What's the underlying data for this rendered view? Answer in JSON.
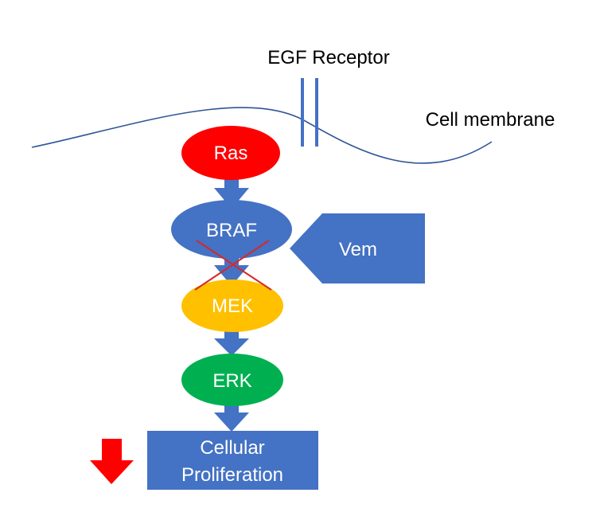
{
  "labels": {
    "receptor": "EGF Receptor",
    "membrane": "Cell membrane",
    "ras": "Ras",
    "braf": "BRAF",
    "vem": "Vem",
    "mek": "MEK",
    "erk": "ERK",
    "output_line1": "Cellular",
    "output_line2": "Proliferation"
  },
  "colors": {
    "ras": "#ff0000",
    "braf": "#4472c4",
    "mek": "#ffc000",
    "erk": "#00b050",
    "box": "#4472c4",
    "arrow": "#4472c4",
    "membrane": "#2e5597",
    "cross": "#d42a2a",
    "down_arrow": "#ff0000",
    "text_dark": "#000000",
    "text_light": "#ffffff"
  }
}
